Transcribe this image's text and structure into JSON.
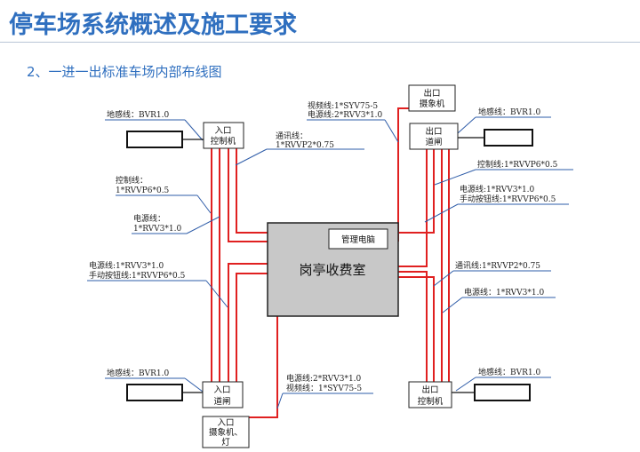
{
  "header": {
    "title": "停车场系统概述及施工要求",
    "subtitle": "2、一进一出标准车场内部布线图"
  },
  "diagram": {
    "booth": "岗亭收费室",
    "pc": "管理电脑",
    "entry_controller": [
      "入口",
      "控制机"
    ],
    "entry_barrier": [
      "入口",
      "道闸"
    ],
    "entry_camera": [
      "入口",
      "摄象机、",
      "灯"
    ],
    "exit_camera": [
      "出口",
      "摄象机"
    ],
    "exit_barrier": [
      "出口",
      "道闸"
    ],
    "exit_controller": [
      "出口",
      "控制机"
    ],
    "labels": {
      "ground_tl": "地感线：BVR1.0",
      "comm_left": [
        "通讯线：",
        "1*RVVP2*0.75"
      ],
      "ctrl_left": [
        "控制线：",
        "1*RVVP6*0.5"
      ],
      "power_left": [
        "电源线：",
        "1*RVV3*1.0"
      ],
      "power_btn_left": [
        "电源线:1*RVV3*1.0",
        "手动按钮线:1*RVVP6*0.5"
      ],
      "ground_bl": "地感线：BVR1.0",
      "power_video_bottom": [
        "电源线:2*RVV3*1.0",
        "视频线：1*SYV75-5"
      ],
      "video_power_top": [
        "视频线:1*SYV75-5",
        "电源线:2*RVV3*1.0"
      ],
      "ground_tr": "地感线：BVR1.0",
      "ctrl_right": "控制线:1*RVVP6*0.5",
      "power_btn_right": [
        "电源线:1*RVV3*1.0",
        "手动按钮线:1*RVVP6*0.5"
      ],
      "comm_right": "通讯线:1*RVVP2*0.75",
      "power_right": "电源线：1*RVV3*1.0",
      "ground_br": "地感线：BVR1.0"
    }
  }
}
